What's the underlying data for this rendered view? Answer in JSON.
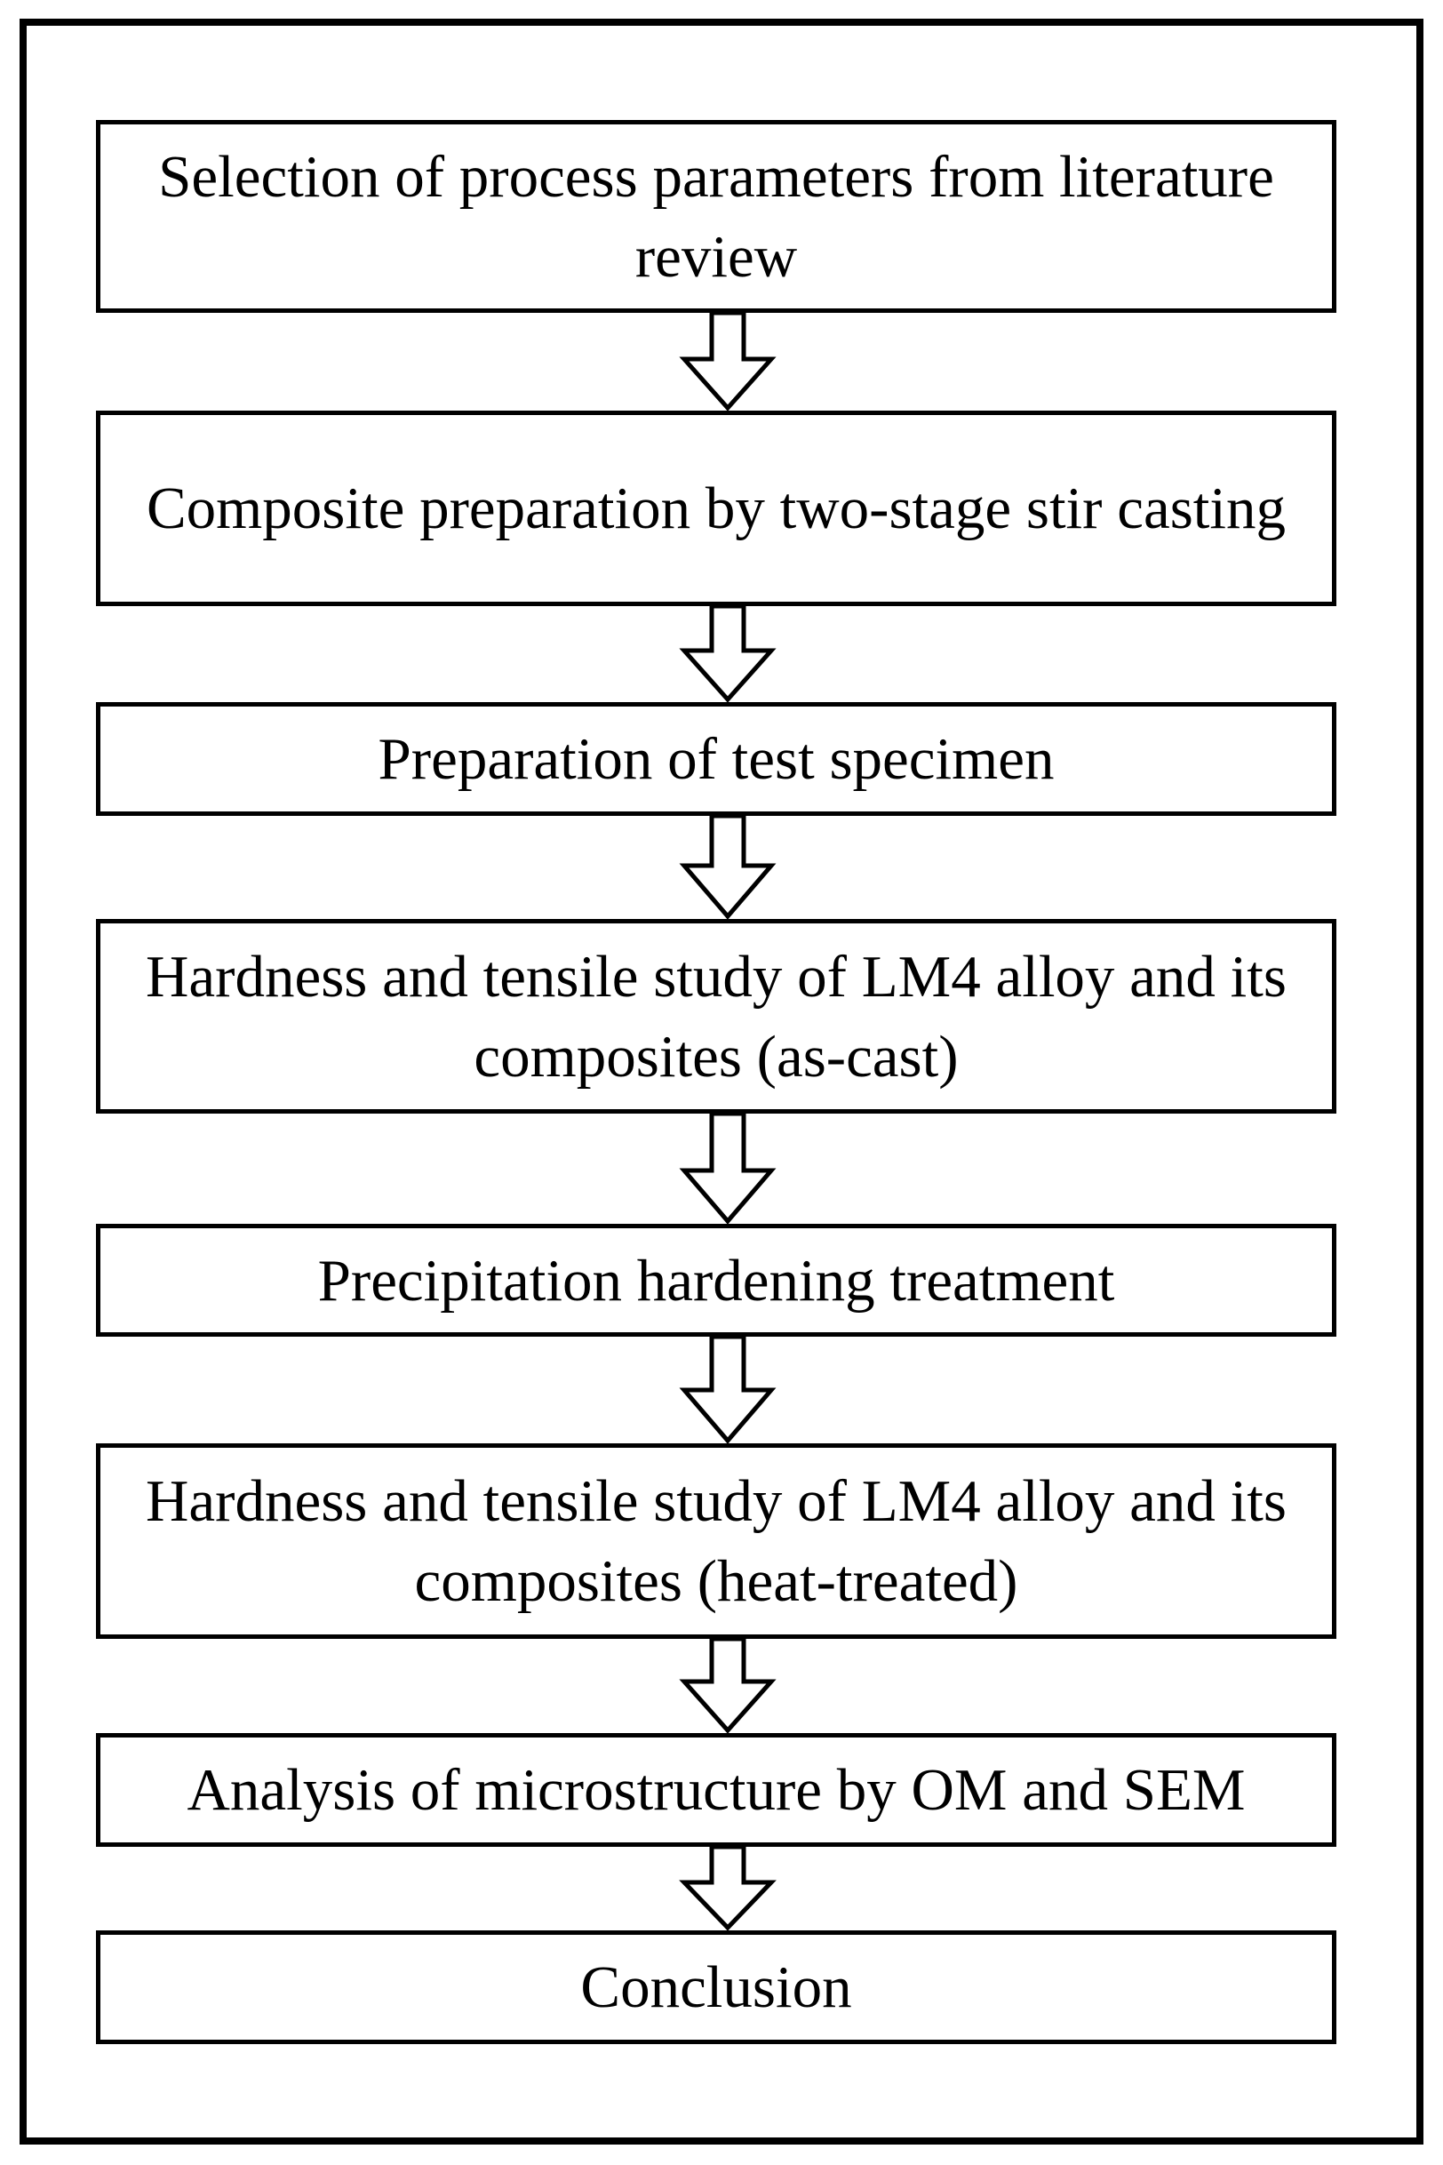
{
  "flowchart": {
    "steps": [
      {
        "id": "step-1",
        "text": "Selection of process parameters from literature review"
      },
      {
        "id": "step-2",
        "text": "Composite preparation by two-stage stir casting"
      },
      {
        "id": "step-3",
        "text": "Preparation of test specimen"
      },
      {
        "id": "step-4",
        "text": "Hardness and tensile study of LM4 alloy and its composites (as-cast)"
      },
      {
        "id": "step-5",
        "text": "Precipitation hardening treatment"
      },
      {
        "id": "step-6",
        "text": "Hardness and tensile study of LM4 alloy and its composites (heat-treated)"
      },
      {
        "id": "step-7",
        "text": "Analysis of microstructure by OM and SEM"
      },
      {
        "id": "step-8",
        "text": "Conclusion"
      }
    ],
    "connector": "hollow-down-arrow",
    "colors": {
      "stroke": "#000000",
      "fill": "#ffffff"
    }
  }
}
